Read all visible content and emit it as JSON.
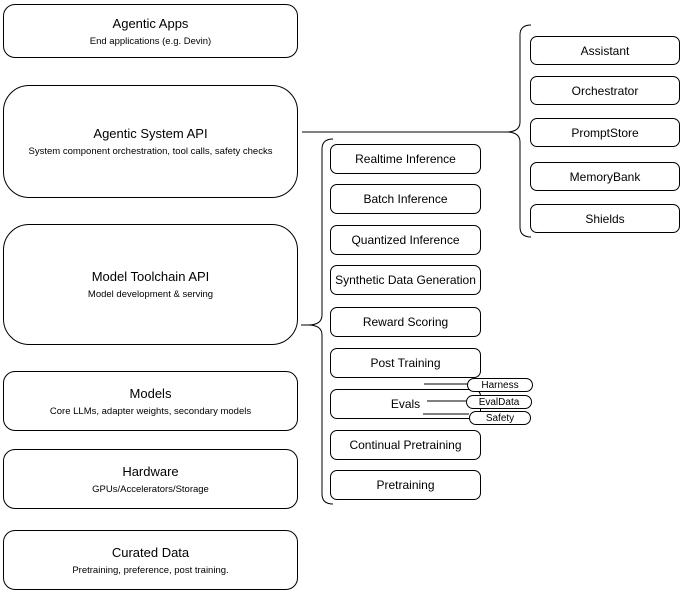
{
  "stack_layers": [
    {
      "title": "Agentic Apps",
      "subtitle": "End applications (e.g. Devin)"
    },
    {
      "title": "Agentic System API",
      "subtitle": "System component orchestration, tool calls, safety checks"
    },
    {
      "title": "Model Toolchain API",
      "subtitle": "Model development & serving"
    },
    {
      "title": "Models",
      "subtitle": "Core LLMs, adapter weights, secondary models"
    },
    {
      "title": "Hardware",
      "subtitle": "GPUs/Accelerators/Storage"
    },
    {
      "title": "Curated Data",
      "subtitle": "Pretraining, preference, post training."
    }
  ],
  "toolchain_items": [
    "Realtime Inference",
    "Batch Inference",
    "Quantized Inference",
    "Synthetic Data Generation",
    "Reward Scoring",
    "Post Training",
    "Evals",
    "Continual Pretraining",
    "Pretraining"
  ],
  "evals_tags": [
    "Harness",
    "EvalData",
    "Safety"
  ],
  "system_components": [
    "Assistant",
    "Orchestrator",
    "PromptStore",
    "MemoryBank",
    "Shields"
  ],
  "colors": {
    "stroke": "#000000",
    "background": "#ffffff",
    "box_fill": "#ffffff"
  }
}
